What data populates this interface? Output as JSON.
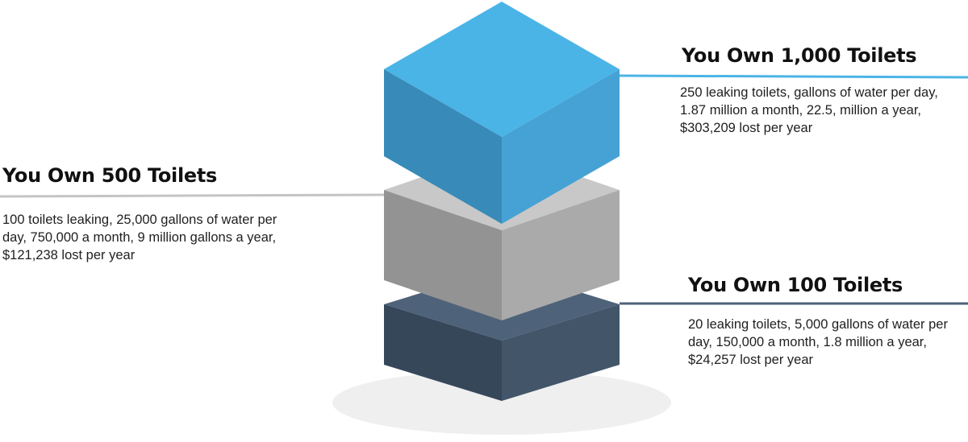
{
  "colors": {
    "tier_1000": "#4bb4e6",
    "tier_500": "#b8b8b8",
    "tier_100": "#4e6279",
    "line_1000": "#4bb4e6",
    "line_500": "#c4c4c4",
    "line_100": "#4e6279"
  },
  "tiers": [
    {
      "key": "1000",
      "title": "You Own 1,000 Toilets",
      "description": "250 leaking toilets, gallons of water per day, 1.87 million a month, 22.5, million a year, $303,209 lost per year"
    },
    {
      "key": "500",
      "title": "You Own 500 Toilets",
      "description": "100 toilets leaking, 25,000 gallons of water per day, 750,000 a month,  9 million gallons a year, $121,238 lost per year"
    },
    {
      "key": "100",
      "title": "You Own 100 Toilets",
      "description": "20 leaking toilets, 5,000 gallons of water per day, 150,000 a month, 1.8 million a year, $24,257 lost per year"
    }
  ]
}
